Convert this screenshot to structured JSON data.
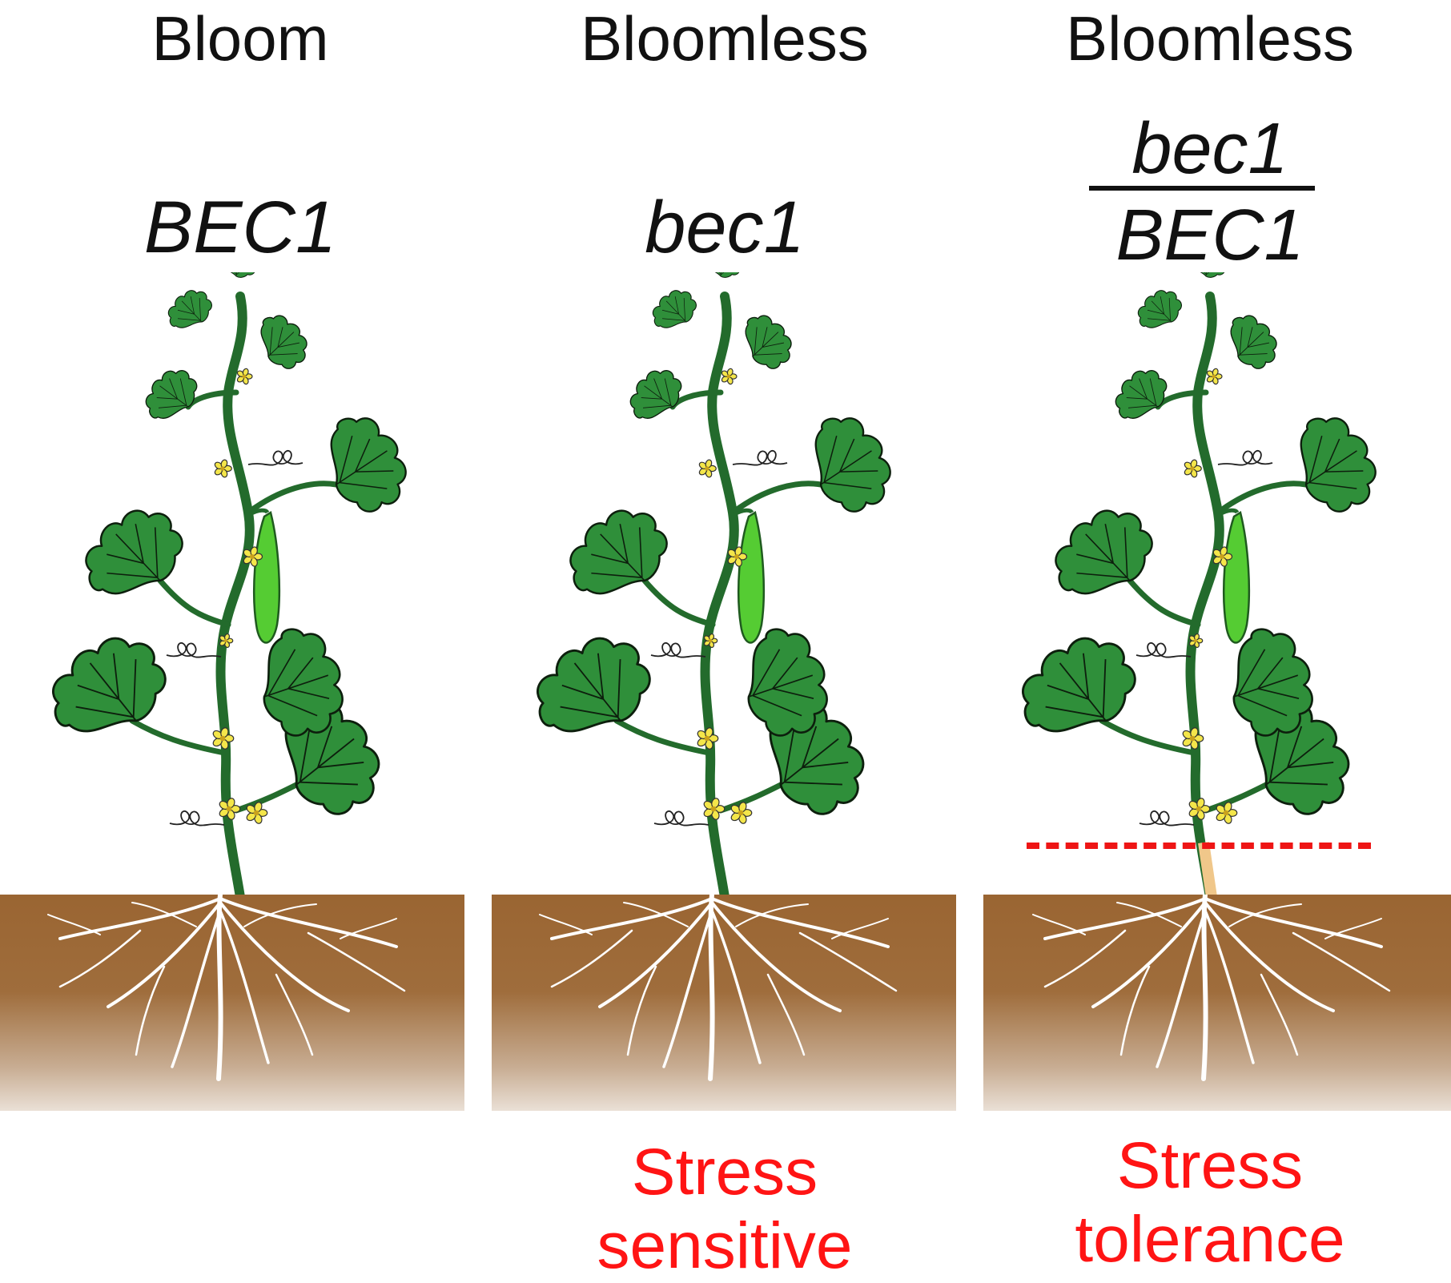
{
  "panels": [
    {
      "phenotype": "Bloom",
      "genotype": "BEC1"
    },
    {
      "phenotype": "Bloomless",
      "genotype": "bec1",
      "stress_line1": "Stress",
      "stress_line2": "sensitive"
    },
    {
      "phenotype": "Bloomless",
      "graft_scion": "bec1",
      "graft_rootstock": "BEC1",
      "stress_line1": "Stress",
      "stress_line2": "tolerance"
    }
  ],
  "colors": {
    "leaf": "#2f8f3a",
    "leaf_outline": "#0d1f0d",
    "stem": "#236b2c",
    "fruit": "#55cc33",
    "flower": "#f4e64a",
    "soil_top": "#9a6532",
    "soil_bottom": "#eae0d6",
    "roots": "#ffffff",
    "stress_text": "#ff1414",
    "graft_line": "#ee1515",
    "rootstock_stem": "#f0c78a"
  },
  "icons": [
    "cucumber-plant-icon",
    "root-system-icon",
    "soil-block",
    "graft-junction-line"
  ]
}
